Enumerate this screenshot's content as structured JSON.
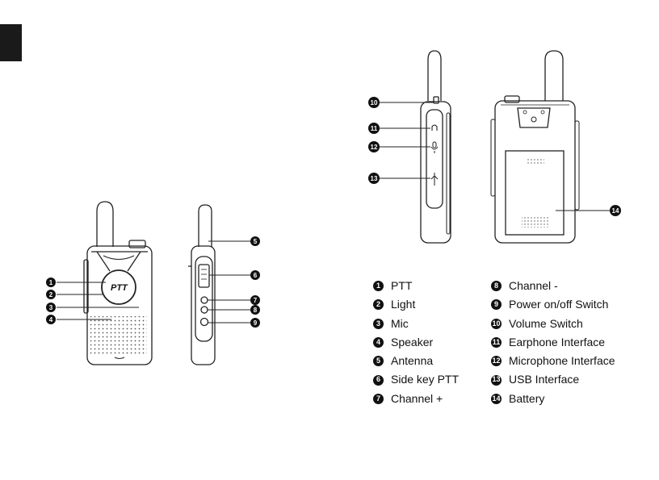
{
  "device": {
    "button_label": "PTT"
  },
  "legend": [
    {
      "num": "1",
      "label": "PTT"
    },
    {
      "num": "2",
      "label": "Light"
    },
    {
      "num": "3",
      "label": "Mic"
    },
    {
      "num": "4",
      "label": "Speaker"
    },
    {
      "num": "5",
      "label": "Antenna"
    },
    {
      "num": "6",
      "label": "Side key PTT"
    },
    {
      "num": "7",
      "label": "Channel +"
    },
    {
      "num": "8",
      "label": "Channel -"
    },
    {
      "num": "9",
      "label": "Power on/off Switch"
    },
    {
      "num": "10",
      "label": "Volume Switch"
    },
    {
      "num": "11",
      "label": "Earphone Interface"
    },
    {
      "num": "12",
      "label": "Microphone Interface"
    },
    {
      "num": "13",
      "label": "USB Interface"
    },
    {
      "num": "14",
      "label": "Battery"
    }
  ],
  "callouts": {
    "c1": "1",
    "c2": "2",
    "c3": "3",
    "c4": "4",
    "c5": "5",
    "c6": "6",
    "c7": "7",
    "c8": "8",
    "c9": "9",
    "c10": "10",
    "c11": "11",
    "c12": "12",
    "c13": "13",
    "c14": "14"
  }
}
